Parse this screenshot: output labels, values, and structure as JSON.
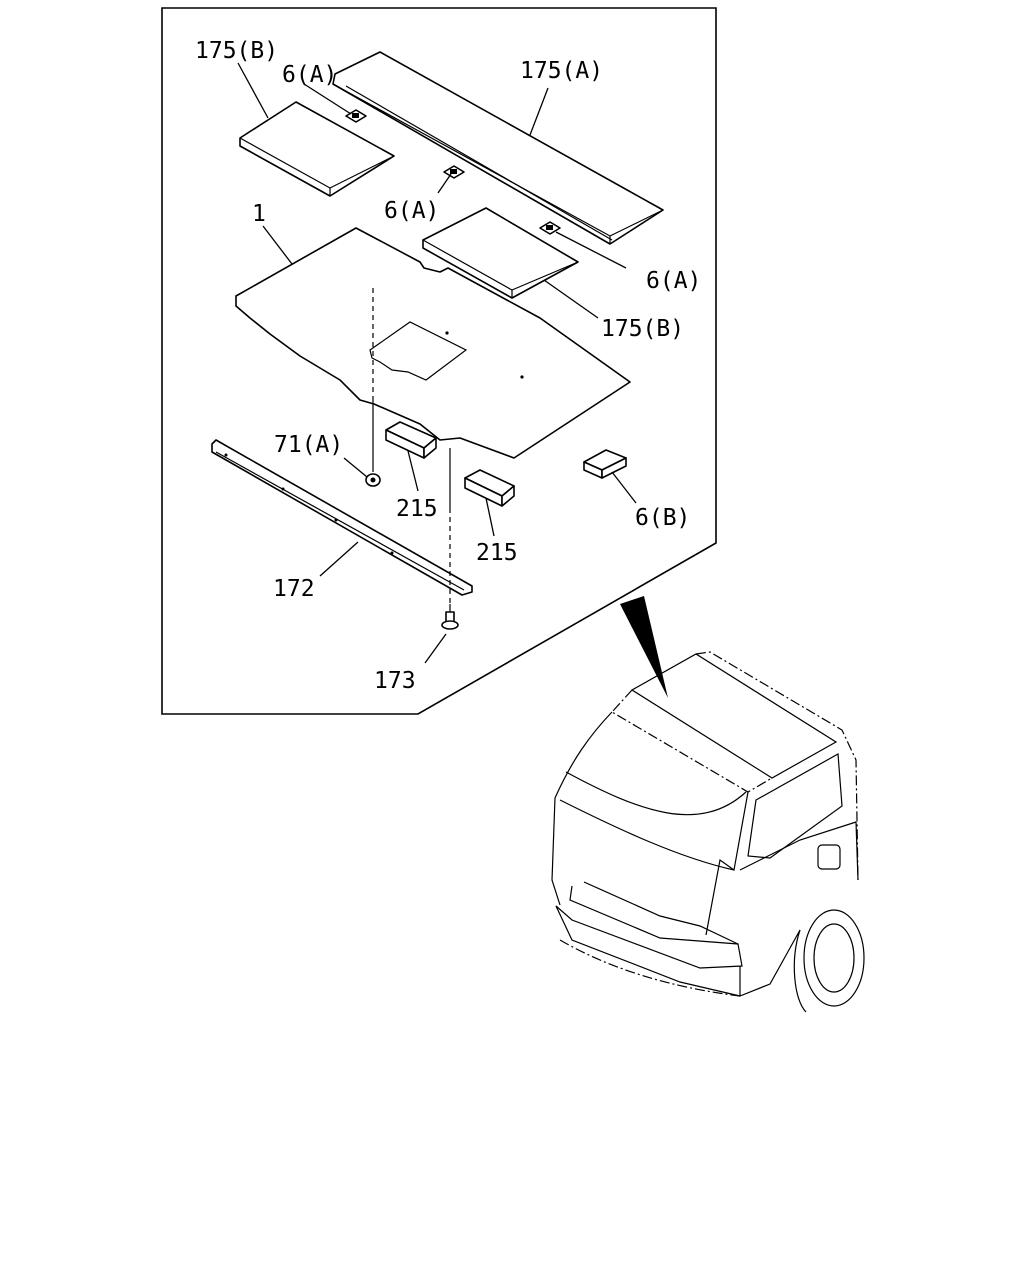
{
  "labels": {
    "pad_175b_top": "175(B)",
    "clip_6a_top": "6(A)",
    "pad_175a": "175(A)",
    "clip_6a_mid": "6(A)",
    "insulator_1": "1",
    "clip_6a_right": "6(A)",
    "pad_175b_right": "175(B)",
    "nut_71a": "71(A)",
    "block_215_left": "215",
    "block_215_right": "215",
    "block_6b": "6(B)",
    "strip_172": "172",
    "screw_173": "173"
  }
}
